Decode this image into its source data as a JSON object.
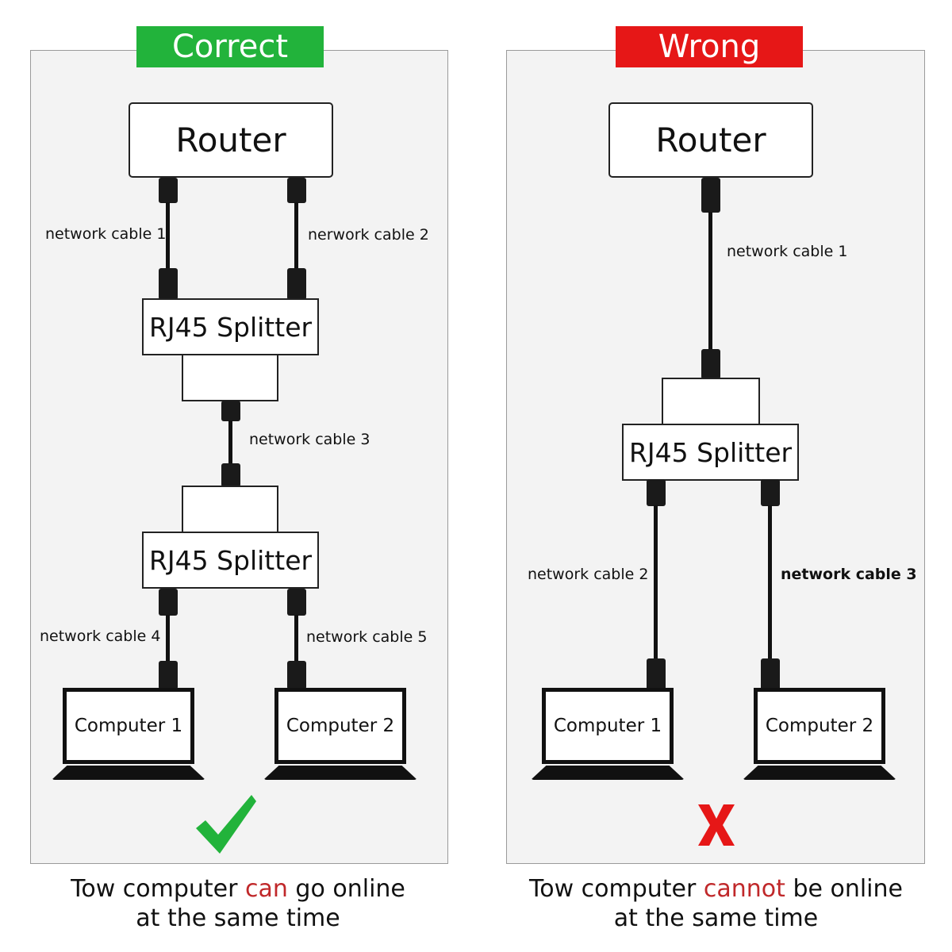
{
  "colors": {
    "correct": "#22b33b",
    "wrong": "#e61717",
    "highlight": "#c0282a",
    "cable": "#111111"
  },
  "left": {
    "badge": "Correct",
    "router": "Router",
    "splitter_top": "RJ45 Splitter",
    "splitter_bottom": "RJ45 Splitter",
    "cables": [
      "network cable 1",
      "nerwork cable 2",
      "network cable 3",
      "network cable 4",
      "network cable 5"
    ],
    "computers": [
      "Computer 1",
      "Computer 2"
    ],
    "mark_icon": "checkmark-icon",
    "caption": {
      "pre": "Tow computer ",
      "highlight": "can",
      "post": " go online",
      "line2": "at the same time"
    }
  },
  "right": {
    "badge": "Wrong",
    "router": "Router",
    "splitter": "RJ45 Splitter",
    "cables": [
      "network cable 1",
      "network cable 2",
      "network cable 3"
    ],
    "computers": [
      "Computer 1",
      "Computer 2"
    ],
    "mark_icon": "cross-icon",
    "caption": {
      "pre": "Tow computer ",
      "highlight": "cannot",
      "post": " be online",
      "line2": "at the same time"
    }
  }
}
